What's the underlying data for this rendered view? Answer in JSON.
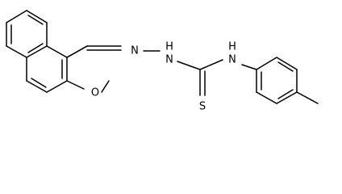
{
  "molecule": {
    "atoms": {
      "n_imine": "N",
      "nh_hydrazine": "H",
      "n_hydrazine": "N",
      "nh_thioamide": "H",
      "n_thioamide": "N",
      "sulfur": "S",
      "oxygen": "O"
    },
    "colors": {
      "bond": "#000000",
      "label": "#000000",
      "background": "#ffffff"
    }
  }
}
